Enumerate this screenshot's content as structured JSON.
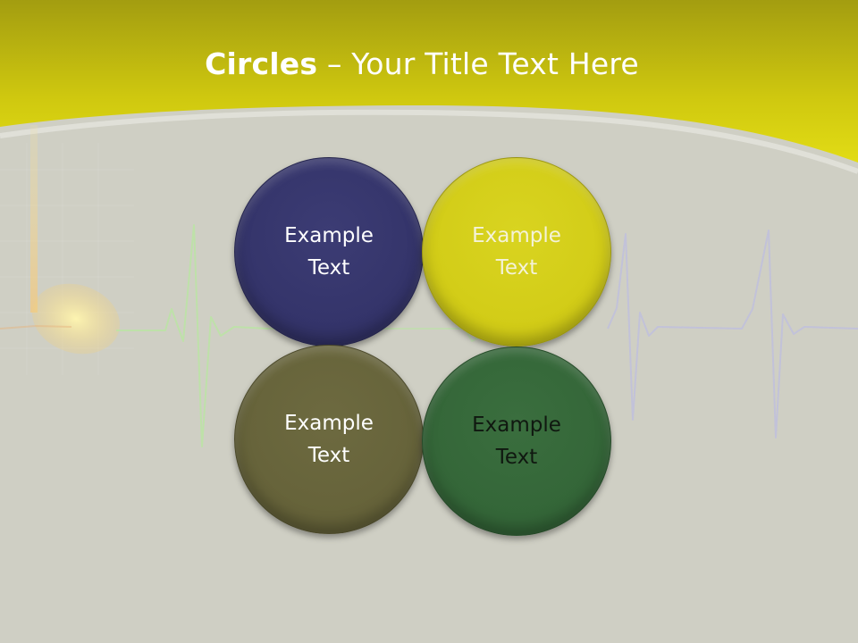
{
  "slide": {
    "title_bold": "Circles",
    "title_rest": " – Your Title Text Here"
  },
  "circles": [
    {
      "text": "Example\nText",
      "color": "#34346a"
    },
    {
      "text": "Example\nText",
      "color": "#d2cc17"
    },
    {
      "text": "Example\nText",
      "color": "#66633a"
    },
    {
      "text": "Example\nText",
      "color": "#346638"
    }
  ],
  "colors": {
    "background": "#cfcfc4",
    "header_band": "#d9d30f",
    "title_text": "#ffffff"
  }
}
